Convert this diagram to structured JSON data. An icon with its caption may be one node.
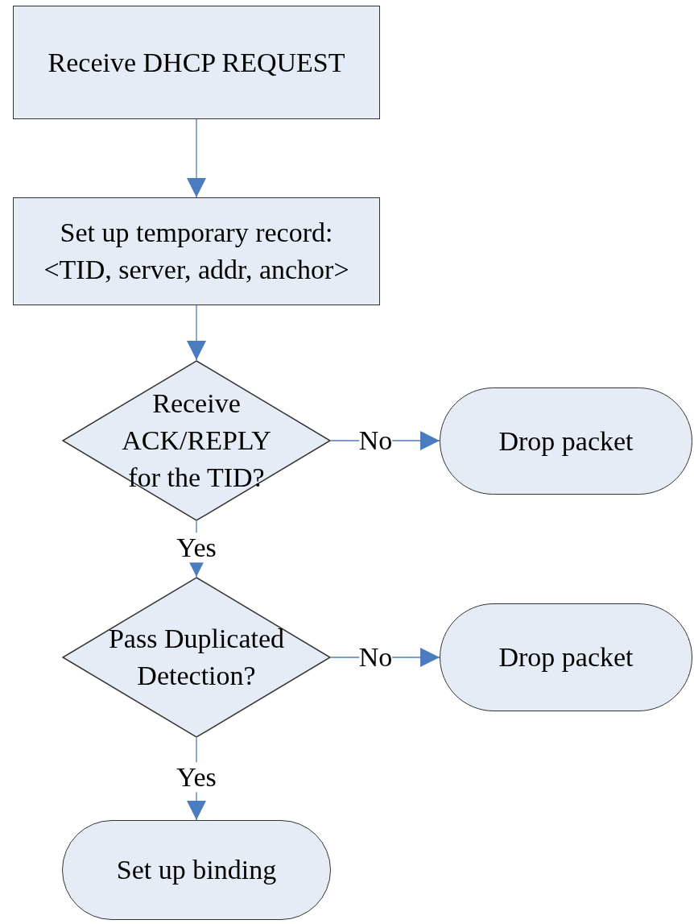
{
  "diagram": {
    "nodes": [
      {
        "text": [
          "Receive DHCP REQUEST"
        ]
      },
      {
        "text": [
          "Set up temporary record: <TID, server, addr, anchor>"
        ]
      },
      {
        "text": [
          "Receive ACK/REPLY for the TID?"
        ]
      },
      {
        "text": [
          "Drop packet"
        ]
      },
      {
        "text": [
          "Pass Duplicated Detection?"
        ]
      },
      {
        "text": [
          "Drop packet"
        ]
      },
      {
        "text": [
          "Set up binding"
        ]
      }
    ],
    "edges": [
      {
        "from": 0,
        "to": 1,
        "arrow": "to"
      },
      {
        "from": 1,
        "to": 2,
        "arrow": "to"
      },
      {
        "from": 2,
        "to": 3,
        "arrow": "to",
        "label": "No"
      },
      {
        "from": 2,
        "to": 4,
        "arrow": "to",
        "label": "Yes"
      },
      {
        "from": 4,
        "to": 5,
        "arrow": "to",
        "label": "No"
      },
      {
        "from": 4,
        "to": 6,
        "arrow": "to",
        "label": "Yes"
      }
    ]
  }
}
